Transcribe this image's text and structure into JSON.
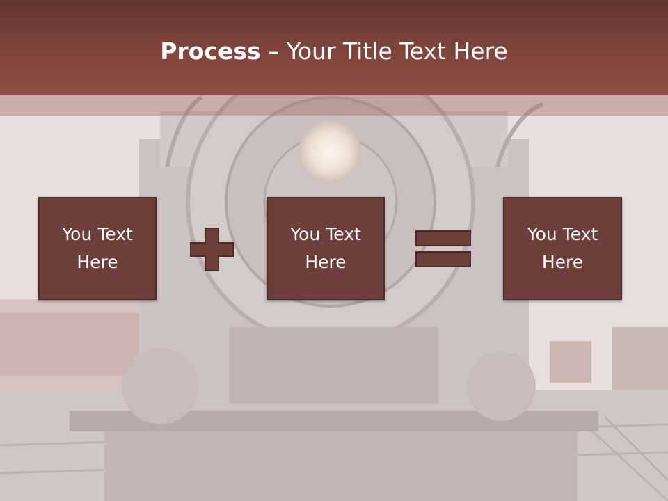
{
  "slide": {
    "title_bold": "Process",
    "title_rest": " – Your Title Text Here",
    "boxes": [
      {
        "line1": "You Text",
        "line2": "Here"
      },
      {
        "line1": "You Text",
        "line2": "Here"
      },
      {
        "line1": "You Text",
        "line2": "Here"
      }
    ],
    "operators": [
      "plus-icon",
      "equals-icon"
    ]
  },
  "colors": {
    "title_bar": "#80453c",
    "box_fill": "#6e3f3a",
    "box_border": "#4a2926",
    "background": "#e6dcdb"
  }
}
